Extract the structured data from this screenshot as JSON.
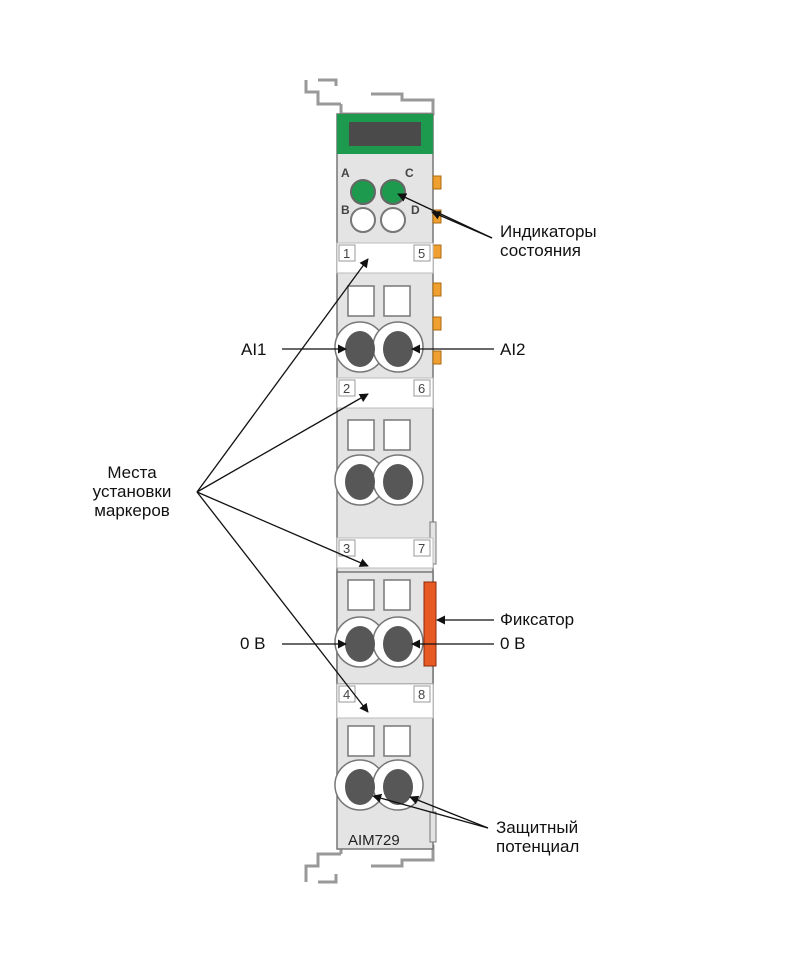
{
  "module": {
    "model": "AIM729",
    "led_letters": [
      "A",
      "C",
      "B",
      "D"
    ],
    "terminal_numbers": [
      "1",
      "5",
      "2",
      "6",
      "3",
      "7",
      "4",
      "8"
    ],
    "colors": {
      "housing": "#e4e4e4",
      "outline": "#777777",
      "label_strip": "#1e9a4e",
      "led_on": "#1e9a4e",
      "connector": "#575757",
      "latch": "#e85a24",
      "tabs": "#f0a030"
    }
  },
  "callouts": {
    "indicators": [
      "Индикаторы",
      "состояния"
    ],
    "ai1": "AI1",
    "ai2": "AI2",
    "markers": [
      "Места",
      "установки",
      "маркеров"
    ],
    "latch": "Фиксатор",
    "zero_left": "0 В",
    "zero_right": "0 В",
    "shield": [
      "Защитный",
      "потенциал"
    ]
  }
}
